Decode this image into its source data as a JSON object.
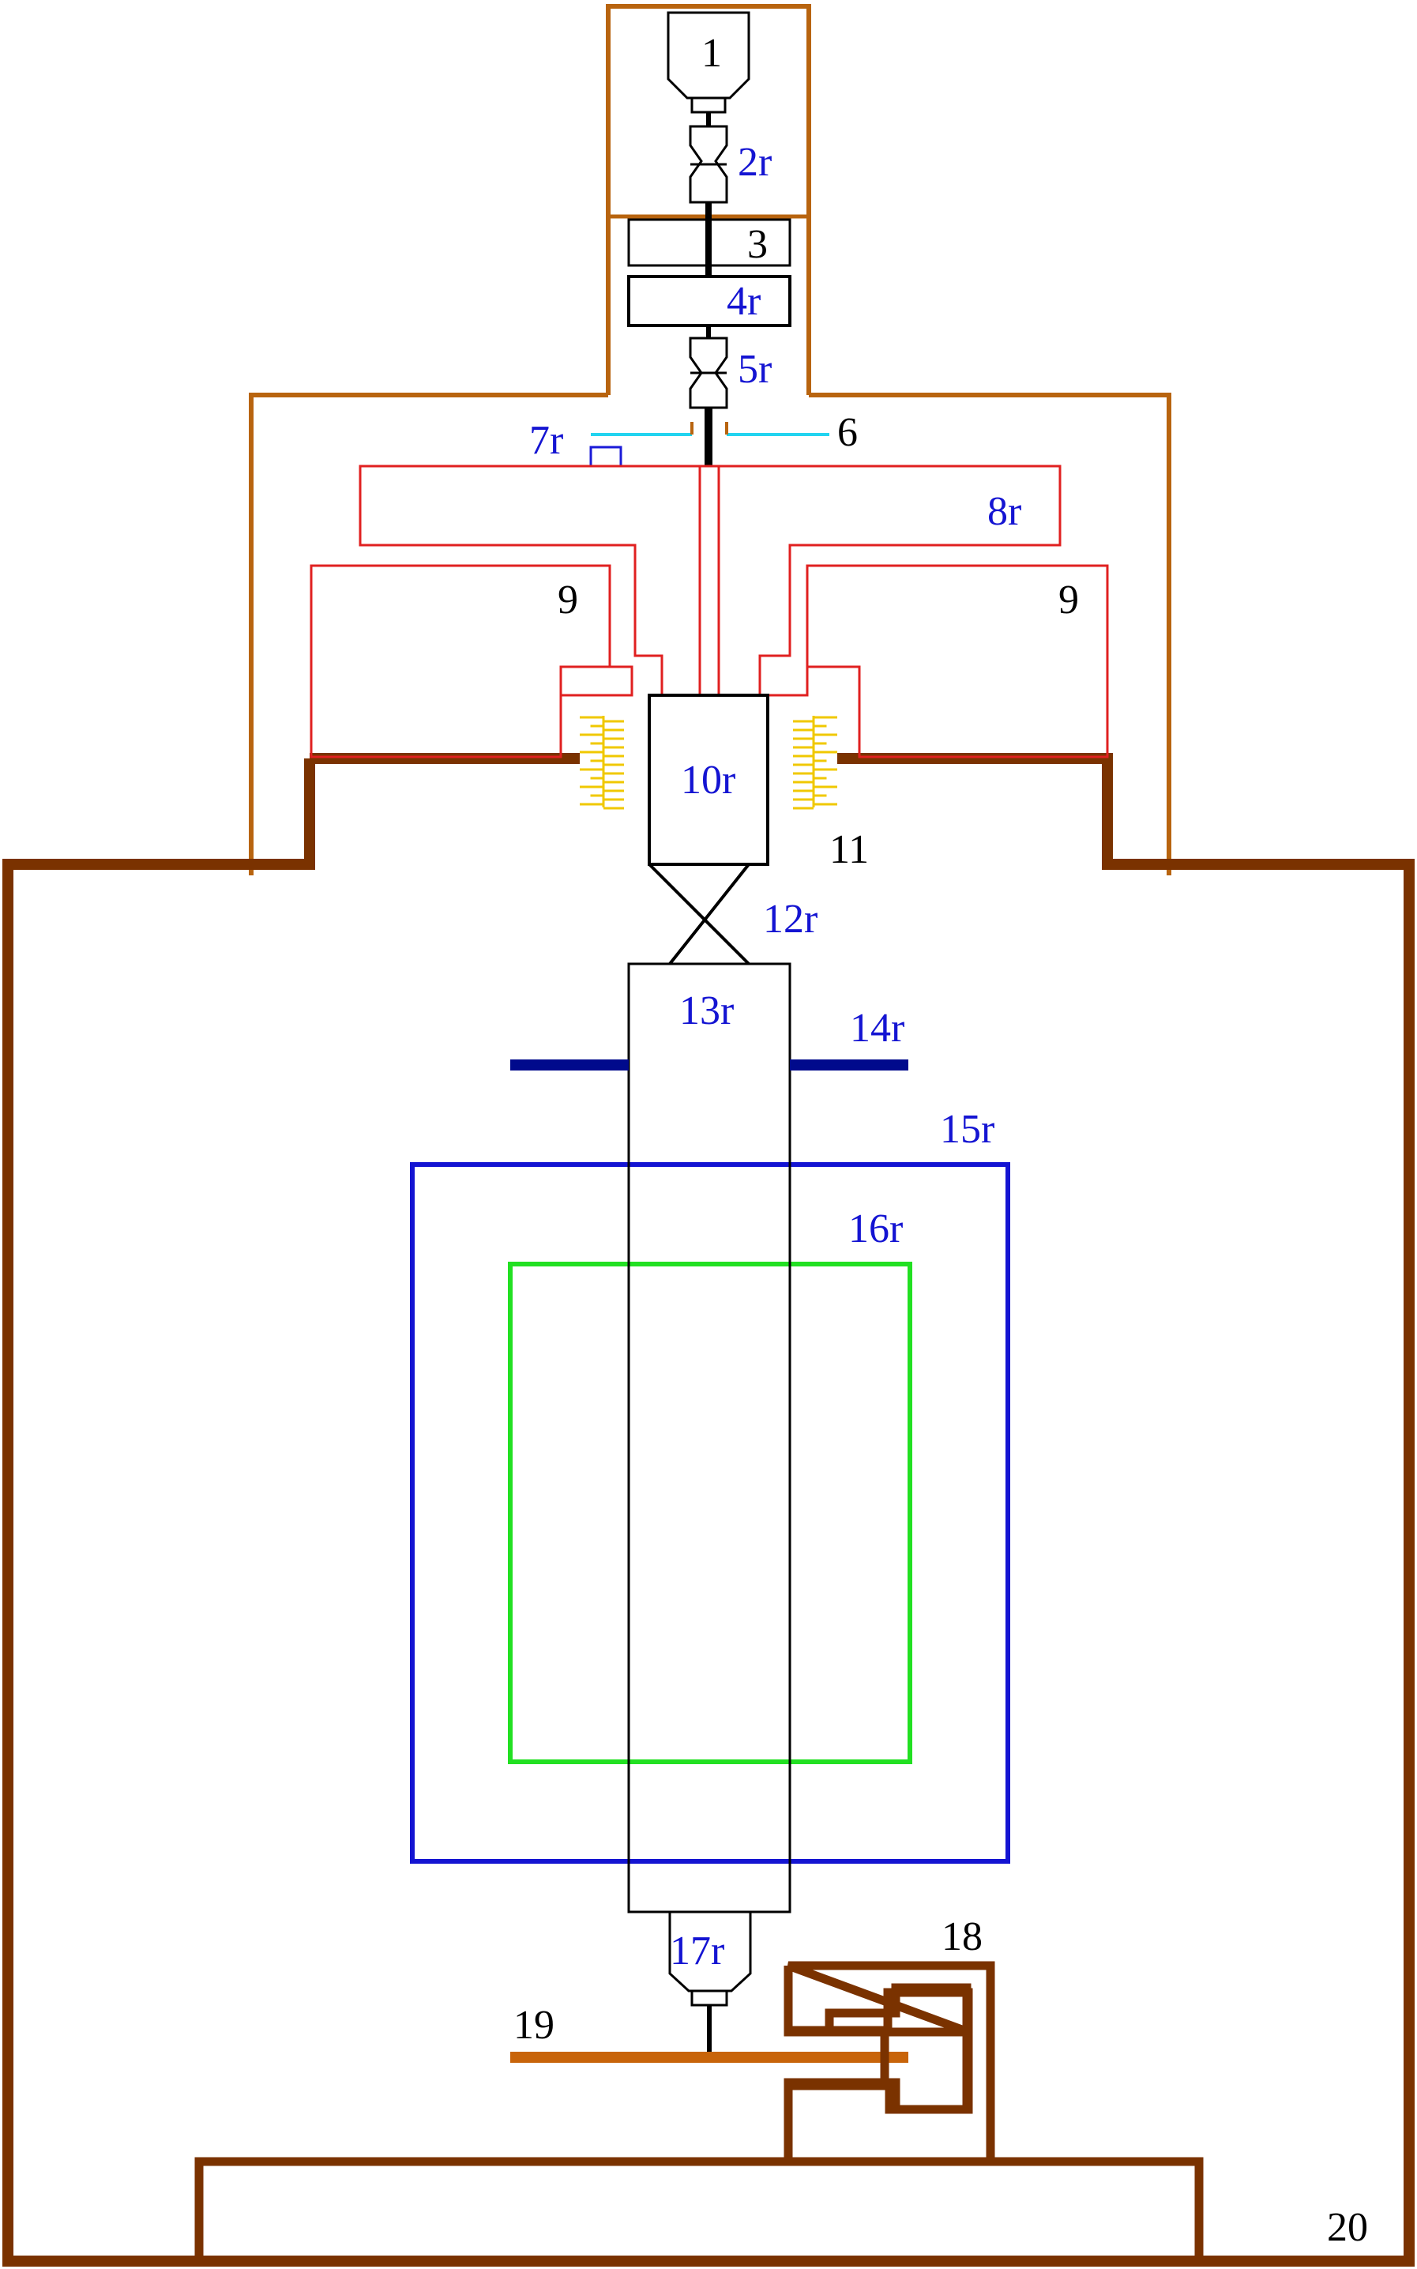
{
  "labels": {
    "l1": "1",
    "l2r": "2r",
    "l3": "3",
    "l4r": "4r",
    "l5r": "5r",
    "l6": "6",
    "l7r": "7r",
    "l8r": "8r",
    "l9_left": "9",
    "l9_right": "9",
    "l10r": "10r",
    "l11": "11",
    "l12r": "12r",
    "l13r": "13r",
    "l14r": "14r",
    "l15r": "15r",
    "l16r": "16r",
    "l17r": "17r",
    "l18": "18",
    "l19": "19",
    "l20": "20"
  },
  "colors": {
    "outline": "#000000",
    "label_black": "#000000",
    "label_blue": "#1414d2",
    "frame_tan": "#b8640f",
    "frame_brown": "#7a3200",
    "red": "#e02020",
    "cyan": "#22d4f0",
    "blue_square": "#1a1ad8",
    "navy": "#000a8c",
    "lime": "#22e022",
    "gold": "#f0c800",
    "orange_bar": "#c8640a"
  }
}
